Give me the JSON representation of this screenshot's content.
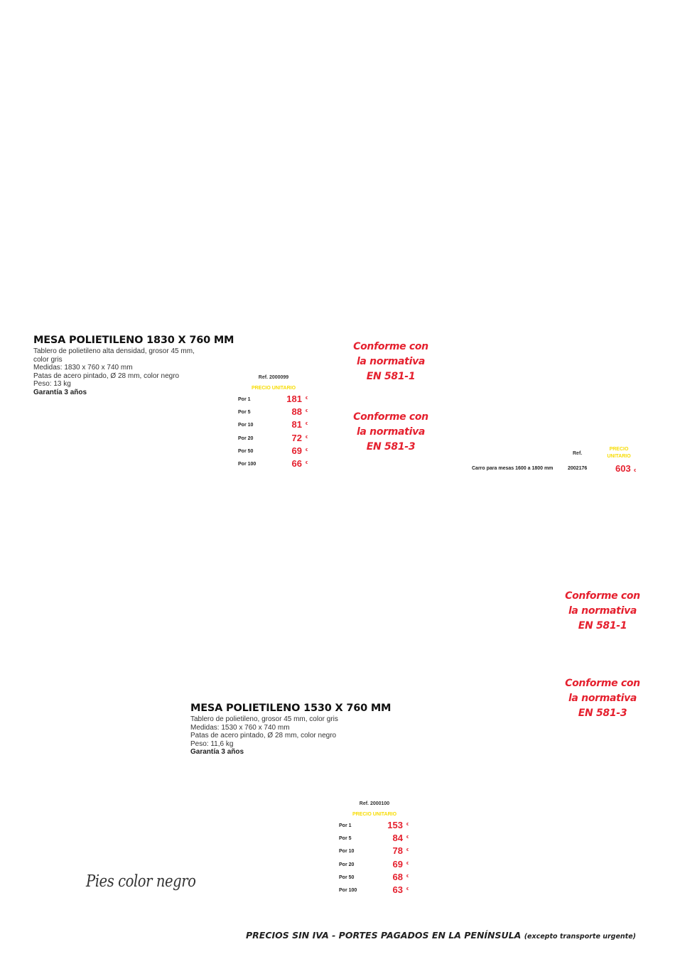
{
  "product1": {
    "title": "MESA POLIETILENO 1830 X 760 MM",
    "lines": [
      "Tablero de polietileno alta densidad, grosor 45 mm,",
      "color gris",
      "Medidas: 1830 x 760 x 740 mm",
      "Patas de acero pintado, Ø 28 mm, color negro",
      "Peso: 13 kg"
    ],
    "warranty": "Garantía 3 años",
    "ref": "Ref. 2000099",
    "unit_label": "PRECIO UNITARIO",
    "prices": [
      {
        "qty": "Por 1",
        "price": "181"
      },
      {
        "qty": "Por 5",
        "price": "88"
      },
      {
        "qty": "Por 10",
        "price": "81"
      },
      {
        "qty": "Por 20",
        "price": "72"
      },
      {
        "qty": "Por 50",
        "price": "69"
      },
      {
        "qty": "Por 100",
        "price": "66"
      }
    ]
  },
  "product2": {
    "title": "MESA POLIETILENO 1530 X 760 MM",
    "lines": [
      "Tablero de polietileno, grosor 45 mm, color gris",
      "Medidas: 1530 x 760 x 740 mm",
      "Patas de acero pintado, Ø 28 mm, color negro",
      "Peso: 11,6 kg"
    ],
    "warranty": "Garantía 3 años",
    "ref": "Ref. 2000100",
    "unit_label": "PRECIO UNITARIO",
    "prices": [
      {
        "qty": "Por 1",
        "price": "153"
      },
      {
        "qty": "Por 5",
        "price": "84"
      },
      {
        "qty": "Por 10",
        "price": "78"
      },
      {
        "qty": "Por 20",
        "price": "69"
      },
      {
        "qty": "Por 50",
        "price": "68"
      },
      {
        "qty": "Por 100",
        "price": "63"
      }
    ]
  },
  "currency": "€",
  "badges": {
    "en581_1": [
      "Conforme con",
      "la normativa",
      "EN 581-1"
    ],
    "en581_3": [
      "Conforme con",
      "la normativa",
      "EN 581-3"
    ]
  },
  "cart": {
    "ref_header": "Ref.",
    "unit_header_1": "PRECIO",
    "unit_header_2": "UNITARIO",
    "label": "Carro para mesas 1600 a 1800 mm",
    "ref": "2002176",
    "price": "603"
  },
  "script_note": "Pies color negro",
  "footer": {
    "main": "PRECIOS SIN IVA - PORTES PAGADOS EN LA PENÍNSULA",
    "note": "(excepto transporte urgente)"
  },
  "colors": {
    "price_red": "#e5202e",
    "label_yellow": "#f7dc00"
  }
}
